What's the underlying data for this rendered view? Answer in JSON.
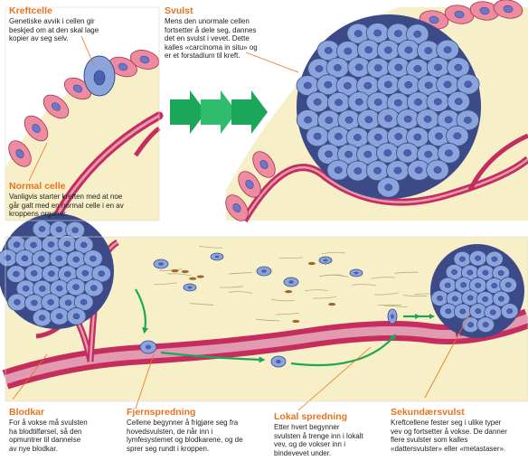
{
  "colors": {
    "accent": "#e8731e",
    "tissue": "#f7efc8",
    "vessel": "#c42d5d",
    "vessel_light": "#e29ab0",
    "normal_cell": "#ee8ba1",
    "normal_nucleus": "#6b78c8",
    "tumor_cell": "#8ba4dc",
    "tumor_nucleus": "#4d5fb0",
    "arrow_green": "#1ca65a"
  },
  "labels": {
    "kreftcelle": {
      "title": "Kreftcelle",
      "body": "Genetiske avvik i cellen gir\nbeskjed om at den skal lage\nkopier av seg selv."
    },
    "svulst": {
      "title": "Svulst",
      "body": "Mens den unormale cellen\nfortsetter å dele seg, dannes\ndet en svulst i vevet. Dette\nkalles «carcinoma in situ» og\ner et forstadium til kreft."
    },
    "normal_celle": {
      "title": "Normal celle",
      "body": "Vanligvis starter kreften med at noe\ngår galt med en normal celle i en av\nkroppens organer."
    },
    "blodkar": {
      "title": "Blodkar",
      "body": "For å vokse må svulsten\nha blodtilførsel, så den\nopmuntrer til dannelse\nav nye blodkar."
    },
    "fjernspredning": {
      "title": "Fjernspredning",
      "body": "Cellene begynner å frigjøre seg fra\nhovedsvulsten, de når inn i\nlymfesystemet og blodkarene, og de\nsprer seg rundt i kroppen."
    },
    "lokal_spredning": {
      "title": "Lokal spredning",
      "body": "Etter hvert begynner\nsvulsten å trenge inn i lokalt\nvev, og de vokser inn i\nbindevevet under."
    },
    "sekundaersvulst": {
      "title": "Sekundærsvulst",
      "body": "Kreftcellene fester seg i ulike typer\nvev og fortsetter å vokse. De danner\nflere svulster som kalles\n«dattersvulster» eller «metastaser»."
    }
  }
}
